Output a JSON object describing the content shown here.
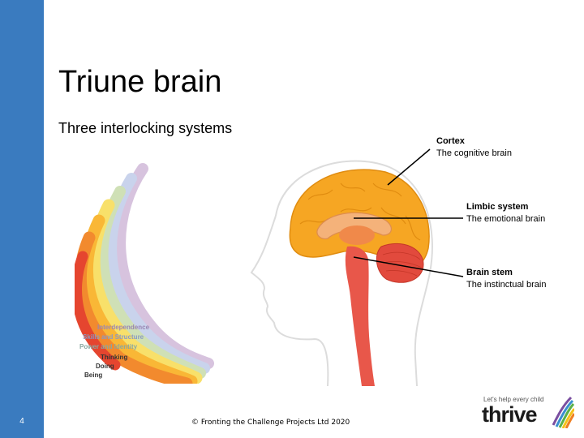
{
  "slide": {
    "title": "Triune brain",
    "subtitle": "Three interlocking systems",
    "page_number": "4",
    "footer": "© Fronting the Challenge Projects Ltd 2020"
  },
  "spiral": {
    "labels": [
      {
        "text": "Interdependence",
        "color": "#9a86b3"
      },
      {
        "text": "Skills and Structure",
        "color": "#8a9ac3"
      },
      {
        "text": "Power and Identity",
        "color": "#8aa7a0"
      },
      {
        "text": "Thinking",
        "color": "#333333"
      },
      {
        "text": "Doing",
        "color": "#333333"
      },
      {
        "text": "Being",
        "color": "#333333"
      }
    ]
  },
  "callouts": [
    {
      "heading": "Cortex",
      "description": "The cognitive brain"
    },
    {
      "heading": "Limbic system",
      "description": "The emotional brain"
    },
    {
      "heading": "Brain stem",
      "description": "The instinctual brain"
    }
  ],
  "logo": {
    "tagline": "Let's help every child",
    "wordmark": "thrive"
  },
  "colors": {
    "sidebar": "#3a7bbf",
    "cortex": "#f6a623",
    "limbic": "#f4b27a",
    "stem": "#e8574a",
    "cerebellum": "#e24a3d"
  }
}
